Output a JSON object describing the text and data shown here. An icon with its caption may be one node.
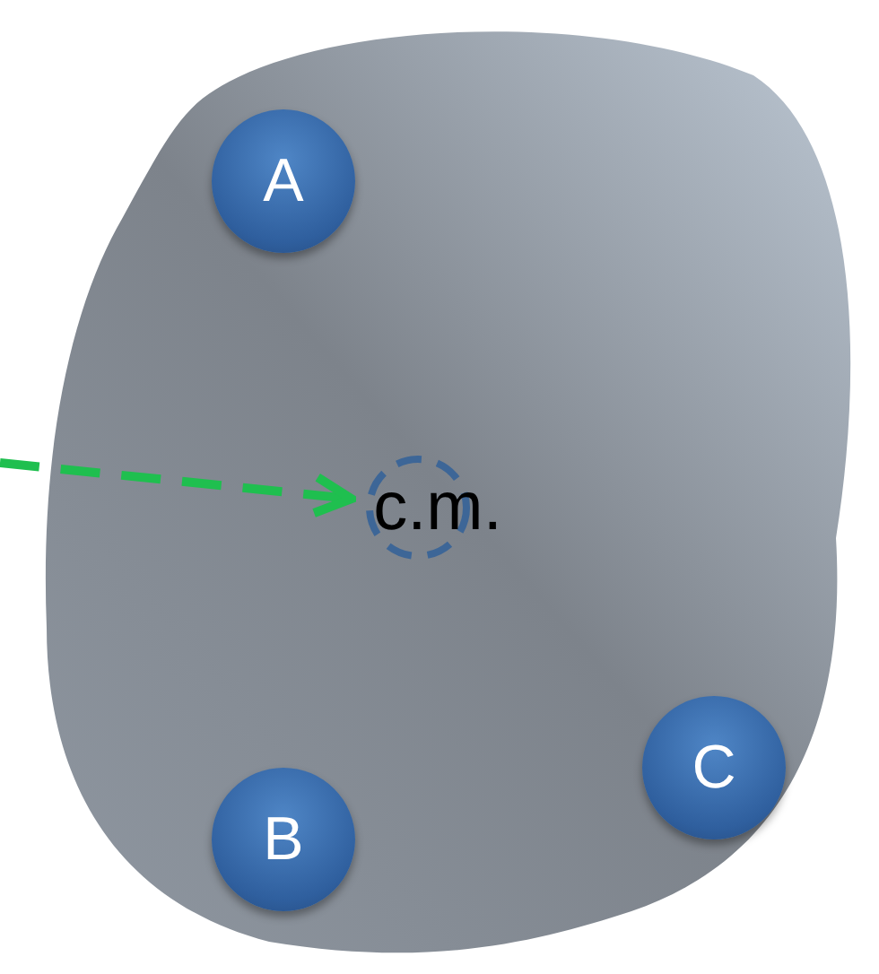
{
  "diagram": {
    "nodes": [
      {
        "text": [],
        "shape": "blob"
      },
      {
        "text": [
          "A"
        ],
        "in": 0
      },
      {
        "text": [
          "c.m."
        ],
        "in": 0
      },
      {
        "text": [
          "B"
        ],
        "in": 0
      },
      {
        "text": [
          "C"
        ],
        "in": 0
      }
    ],
    "edges": [
      {
        "from": null,
        "to": 2,
        "arrow": "to",
        "style": "dashed",
        "color": "#1fbf4f"
      }
    ]
  }
}
